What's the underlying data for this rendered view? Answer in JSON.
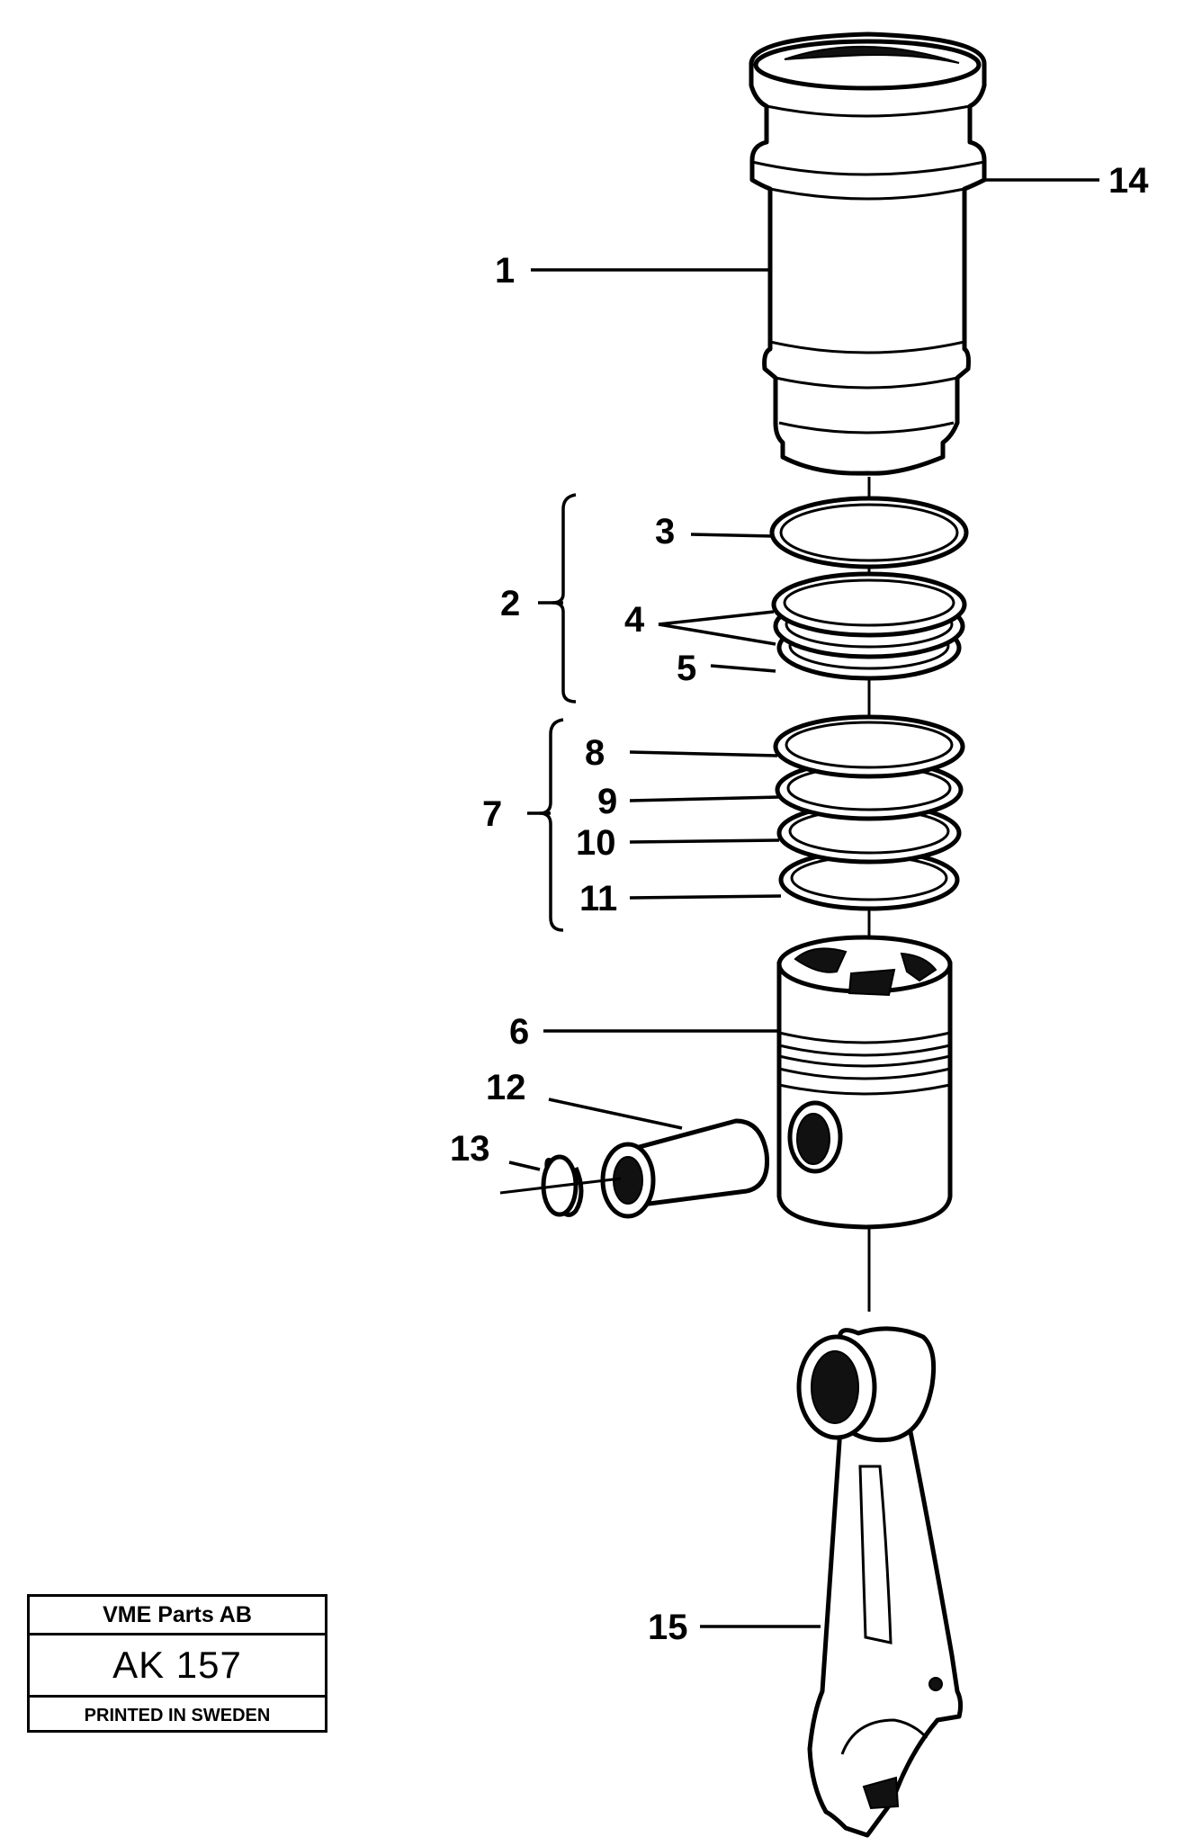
{
  "callouts": [
    {
      "id": "1",
      "text": "1"
    },
    {
      "id": "2",
      "text": "2"
    },
    {
      "id": "3",
      "text": "3"
    },
    {
      "id": "4",
      "text": "4"
    },
    {
      "id": "5",
      "text": "5"
    },
    {
      "id": "6",
      "text": "6"
    },
    {
      "id": "7",
      "text": "7"
    },
    {
      "id": "8",
      "text": "8"
    },
    {
      "id": "9",
      "text": "9"
    },
    {
      "id": "10",
      "text": "10"
    },
    {
      "id": "11",
      "text": "11"
    },
    {
      "id": "12",
      "text": "12"
    },
    {
      "id": "13",
      "text": "13"
    },
    {
      "id": "14",
      "text": "14"
    },
    {
      "id": "15",
      "text": "15"
    }
  ],
  "title_block": {
    "company": "VME Parts AB",
    "code": "AK 157",
    "printed": "PRINTED IN SWEDEN"
  }
}
